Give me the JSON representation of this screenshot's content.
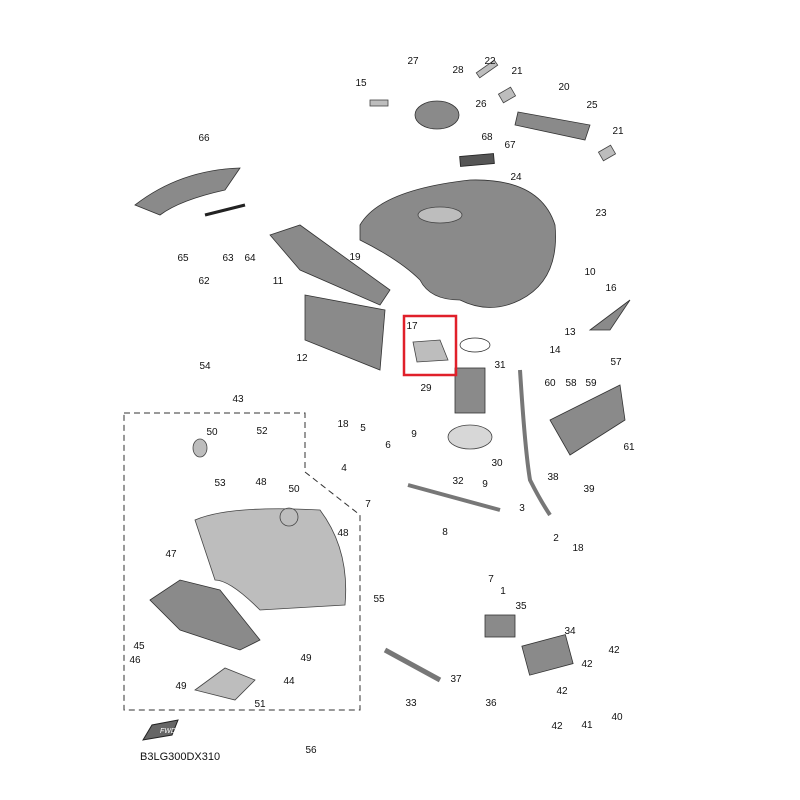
{
  "diagram_code": "B3LG300DX310",
  "fwd_label": "FWD",
  "highlight_color": "#e0202a",
  "callouts": [
    "15",
    "27",
    "28",
    "22",
    "21",
    "20",
    "25",
    "26",
    "68",
    "67",
    "21",
    "24",
    "23",
    "66",
    "65",
    "63",
    "64",
    "62",
    "19",
    "11",
    "10",
    "16",
    "13",
    "14",
    "12",
    "17",
    "31",
    "57",
    "60",
    "58",
    "59",
    "29",
    "61",
    "54",
    "43",
    "18",
    "5",
    "9",
    "50",
    "52",
    "6",
    "30",
    "4",
    "32",
    "38",
    "53",
    "48",
    "39",
    "9",
    "7",
    "50",
    "8",
    "3",
    "48",
    "2",
    "18",
    "47",
    "7",
    "1",
    "55",
    "35",
    "34",
    "45",
    "46",
    "49",
    "42",
    "42",
    "49",
    "44",
    "37",
    "42",
    "51",
    "33",
    "36",
    "41",
    "40",
    "42",
    "56"
  ]
}
